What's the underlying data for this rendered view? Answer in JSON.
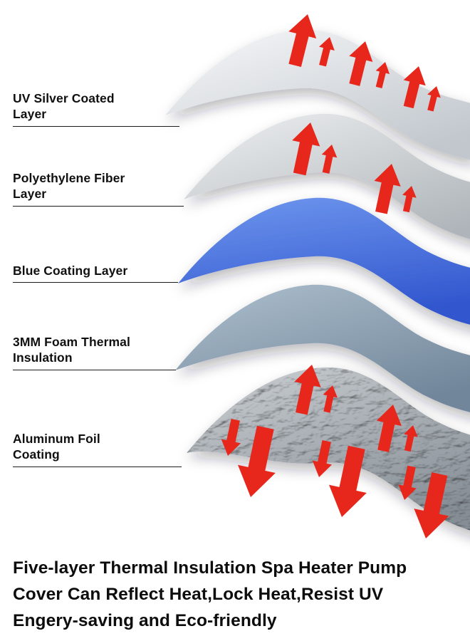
{
  "diagram": {
    "layers": [
      {
        "label": "UV Silver Coated Layer",
        "color_light": "#f7f8fa",
        "color_dark": "#c1c7cd"
      },
      {
        "label": "Polyethylene Fiber Layer",
        "color_light": "#eef0f1",
        "color_dark": "#aeb4b9"
      },
      {
        "label": "Blue Coating Layer",
        "color_light": "#6f97ee",
        "color_dark": "#3156ce"
      },
      {
        "label": "3MM Foam Thermal Insulation",
        "color_light": "#aec0ce",
        "color_dark": "#71869a"
      },
      {
        "label": "Aluminum Foil Coating",
        "color_light": "#cdd1d5",
        "color_dark": "#868e95"
      }
    ],
    "arrow_color": "#e7271c",
    "arrow_icon": "heat-flow-arrow"
  },
  "caption": {
    "lines": [
      "Five-layer Thermal Insulation Spa Heater Pump",
      "Cover Can Reflect Heat,Lock Heat,Resist UV",
      "Engery-saving and Eco-friendly"
    ]
  }
}
